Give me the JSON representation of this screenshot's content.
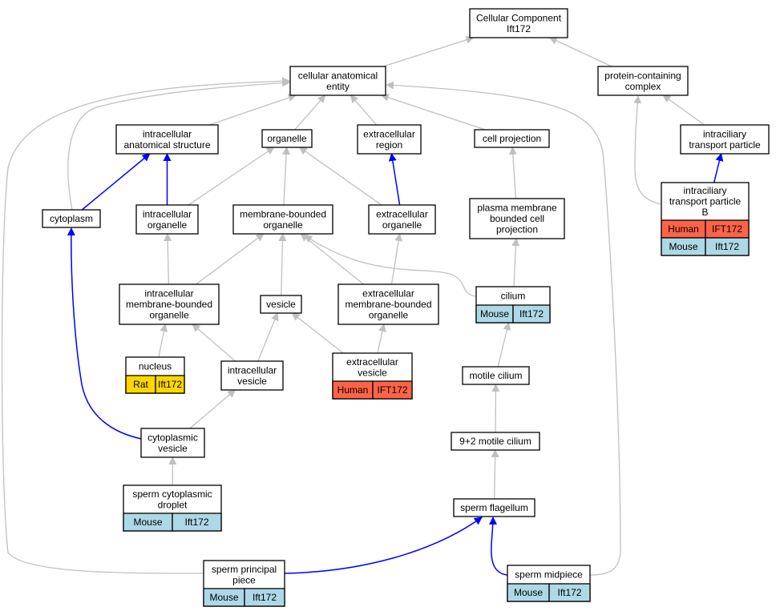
{
  "colors": {
    "human": "#ff6347",
    "mouse": "#add8e6",
    "rat": "#ffd700",
    "blue_edge": "#0000ff",
    "gray_edge": "#c0c0c0"
  },
  "nodes": {
    "root": {
      "lines": [
        "Cellular Component",
        "Ift172"
      ]
    },
    "cae": {
      "lines": [
        "cellular anatomical",
        "entity"
      ]
    },
    "pcc": {
      "lines": [
        "protein-containing",
        "complex"
      ]
    },
    "ias": {
      "lines": [
        "intracellular",
        "anatomical structure"
      ]
    },
    "organelle": {
      "lines": [
        "organelle"
      ]
    },
    "ecr": {
      "lines": [
        "extracellular",
        "region"
      ]
    },
    "cellproj": {
      "lines": [
        "cell projection"
      ]
    },
    "itp": {
      "lines": [
        "intraciliary",
        "transport particle"
      ]
    },
    "cytoplasm": {
      "lines": [
        "cytoplasm"
      ]
    },
    "io": {
      "lines": [
        "intracellular",
        "organelle"
      ]
    },
    "mbo": {
      "lines": [
        "membrane-bounded",
        "organelle"
      ]
    },
    "eco": {
      "lines": [
        "extracellular",
        "organelle"
      ]
    },
    "pmbcp": {
      "lines": [
        "plasma membrane",
        "bounded cell",
        "projection"
      ]
    },
    "itpb": {
      "lines": [
        "intraciliary",
        "transport particle",
        "B"
      ],
      "rows": [
        {
          "species": "Human",
          "gene": "IFT172",
          "color": "human"
        },
        {
          "species": "Mouse",
          "gene": "Ift172",
          "color": "mouse"
        }
      ]
    },
    "imbo": {
      "lines": [
        "intracellular",
        "membrane-bounded",
        "organelle"
      ]
    },
    "vesicle": {
      "lines": [
        "vesicle"
      ]
    },
    "ecmbo": {
      "lines": [
        "extracellular",
        "membrane-bounded",
        "organelle"
      ]
    },
    "cilium": {
      "lines": [
        "cilium"
      ],
      "rows": [
        {
          "species": "Mouse",
          "gene": "Ift172",
          "color": "mouse"
        }
      ]
    },
    "nucleus": {
      "lines": [
        "nucleus"
      ],
      "rows": [
        {
          "species": "Rat",
          "gene": "Ift172",
          "color": "rat"
        }
      ]
    },
    "iv": {
      "lines": [
        "intracellular",
        "vesicle"
      ]
    },
    "ecv": {
      "lines": [
        "extracellular",
        "vesicle"
      ],
      "rows": [
        {
          "species": "Human",
          "gene": "IFT172",
          "color": "human"
        }
      ]
    },
    "motile": {
      "lines": [
        "motile cilium"
      ]
    },
    "cv": {
      "lines": [
        "cytoplasmic",
        "vesicle"
      ]
    },
    "m92": {
      "lines": [
        "9+2 motile cilium"
      ]
    },
    "scd": {
      "lines": [
        "sperm cytoplasmic",
        "droplet"
      ],
      "rows": [
        {
          "species": "Mouse",
          "gene": "Ift172",
          "color": "mouse"
        }
      ]
    },
    "sf": {
      "lines": [
        "sperm flagellum"
      ]
    },
    "spp": {
      "lines": [
        "sperm principal",
        "piece"
      ],
      "rows": [
        {
          "species": "Mouse",
          "gene": "Ift172",
          "color": "mouse"
        }
      ]
    },
    "smp": {
      "lines": [
        "sperm midpiece"
      ],
      "rows": [
        {
          "species": "Mouse",
          "gene": "Ift172",
          "color": "mouse"
        }
      ]
    }
  },
  "edges": [
    {
      "from": "cae",
      "to": "root",
      "color": "gray"
    },
    {
      "from": "pcc",
      "to": "root",
      "color": "gray"
    },
    {
      "from": "ias",
      "to": "cae",
      "color": "gray"
    },
    {
      "from": "organelle",
      "to": "cae",
      "color": "gray"
    },
    {
      "from": "ecr",
      "to": "cae",
      "color": "gray"
    },
    {
      "from": "cellproj",
      "to": "cae",
      "color": "gray"
    },
    {
      "from": "cytoplasm",
      "to": "cae",
      "color": "gray"
    },
    {
      "from": "spp",
      "to": "cae",
      "color": "gray"
    },
    {
      "from": "smp",
      "to": "cae",
      "color": "gray"
    },
    {
      "from": "itp",
      "to": "pcc",
      "color": "gray"
    },
    {
      "from": "itpb",
      "to": "pcc",
      "color": "gray"
    },
    {
      "from": "itpb",
      "to": "itp",
      "color": "blue"
    },
    {
      "from": "cytoplasm",
      "to": "ias",
      "color": "blue"
    },
    {
      "from": "io",
      "to": "ias",
      "color": "blue"
    },
    {
      "from": "io",
      "to": "organelle",
      "color": "gray"
    },
    {
      "from": "mbo",
      "to": "organelle",
      "color": "gray"
    },
    {
      "from": "eco",
      "to": "organelle",
      "color": "gray"
    },
    {
      "from": "eco",
      "to": "ecr",
      "color": "blue"
    },
    {
      "from": "pmbcp",
      "to": "cellproj",
      "color": "gray"
    },
    {
      "from": "imbo",
      "to": "io",
      "color": "gray"
    },
    {
      "from": "imbo",
      "to": "mbo",
      "color": "gray"
    },
    {
      "from": "vesicle",
      "to": "mbo",
      "color": "gray"
    },
    {
      "from": "ecmbo",
      "to": "mbo",
      "color": "gray"
    },
    {
      "from": "cilium",
      "to": "mbo",
      "color": "gray"
    },
    {
      "from": "ecmbo",
      "to": "eco",
      "color": "gray"
    },
    {
      "from": "cilium",
      "to": "pmbcp",
      "color": "gray"
    },
    {
      "from": "nucleus",
      "to": "imbo",
      "color": "gray"
    },
    {
      "from": "iv",
      "to": "imbo",
      "color": "gray"
    },
    {
      "from": "iv",
      "to": "vesicle",
      "color": "gray"
    },
    {
      "from": "ecv",
      "to": "vesicle",
      "color": "gray"
    },
    {
      "from": "ecv",
      "to": "ecmbo",
      "color": "gray"
    },
    {
      "from": "motile",
      "to": "cilium",
      "color": "gray"
    },
    {
      "from": "cv",
      "to": "iv",
      "color": "gray"
    },
    {
      "from": "cv",
      "to": "cytoplasm",
      "color": "blue"
    },
    {
      "from": "m92",
      "to": "motile",
      "color": "gray"
    },
    {
      "from": "scd",
      "to": "cv",
      "color": "gray"
    },
    {
      "from": "sf",
      "to": "m92",
      "color": "gray"
    },
    {
      "from": "spp",
      "to": "sf",
      "color": "blue"
    },
    {
      "from": "smp",
      "to": "sf",
      "color": "blue"
    }
  ]
}
